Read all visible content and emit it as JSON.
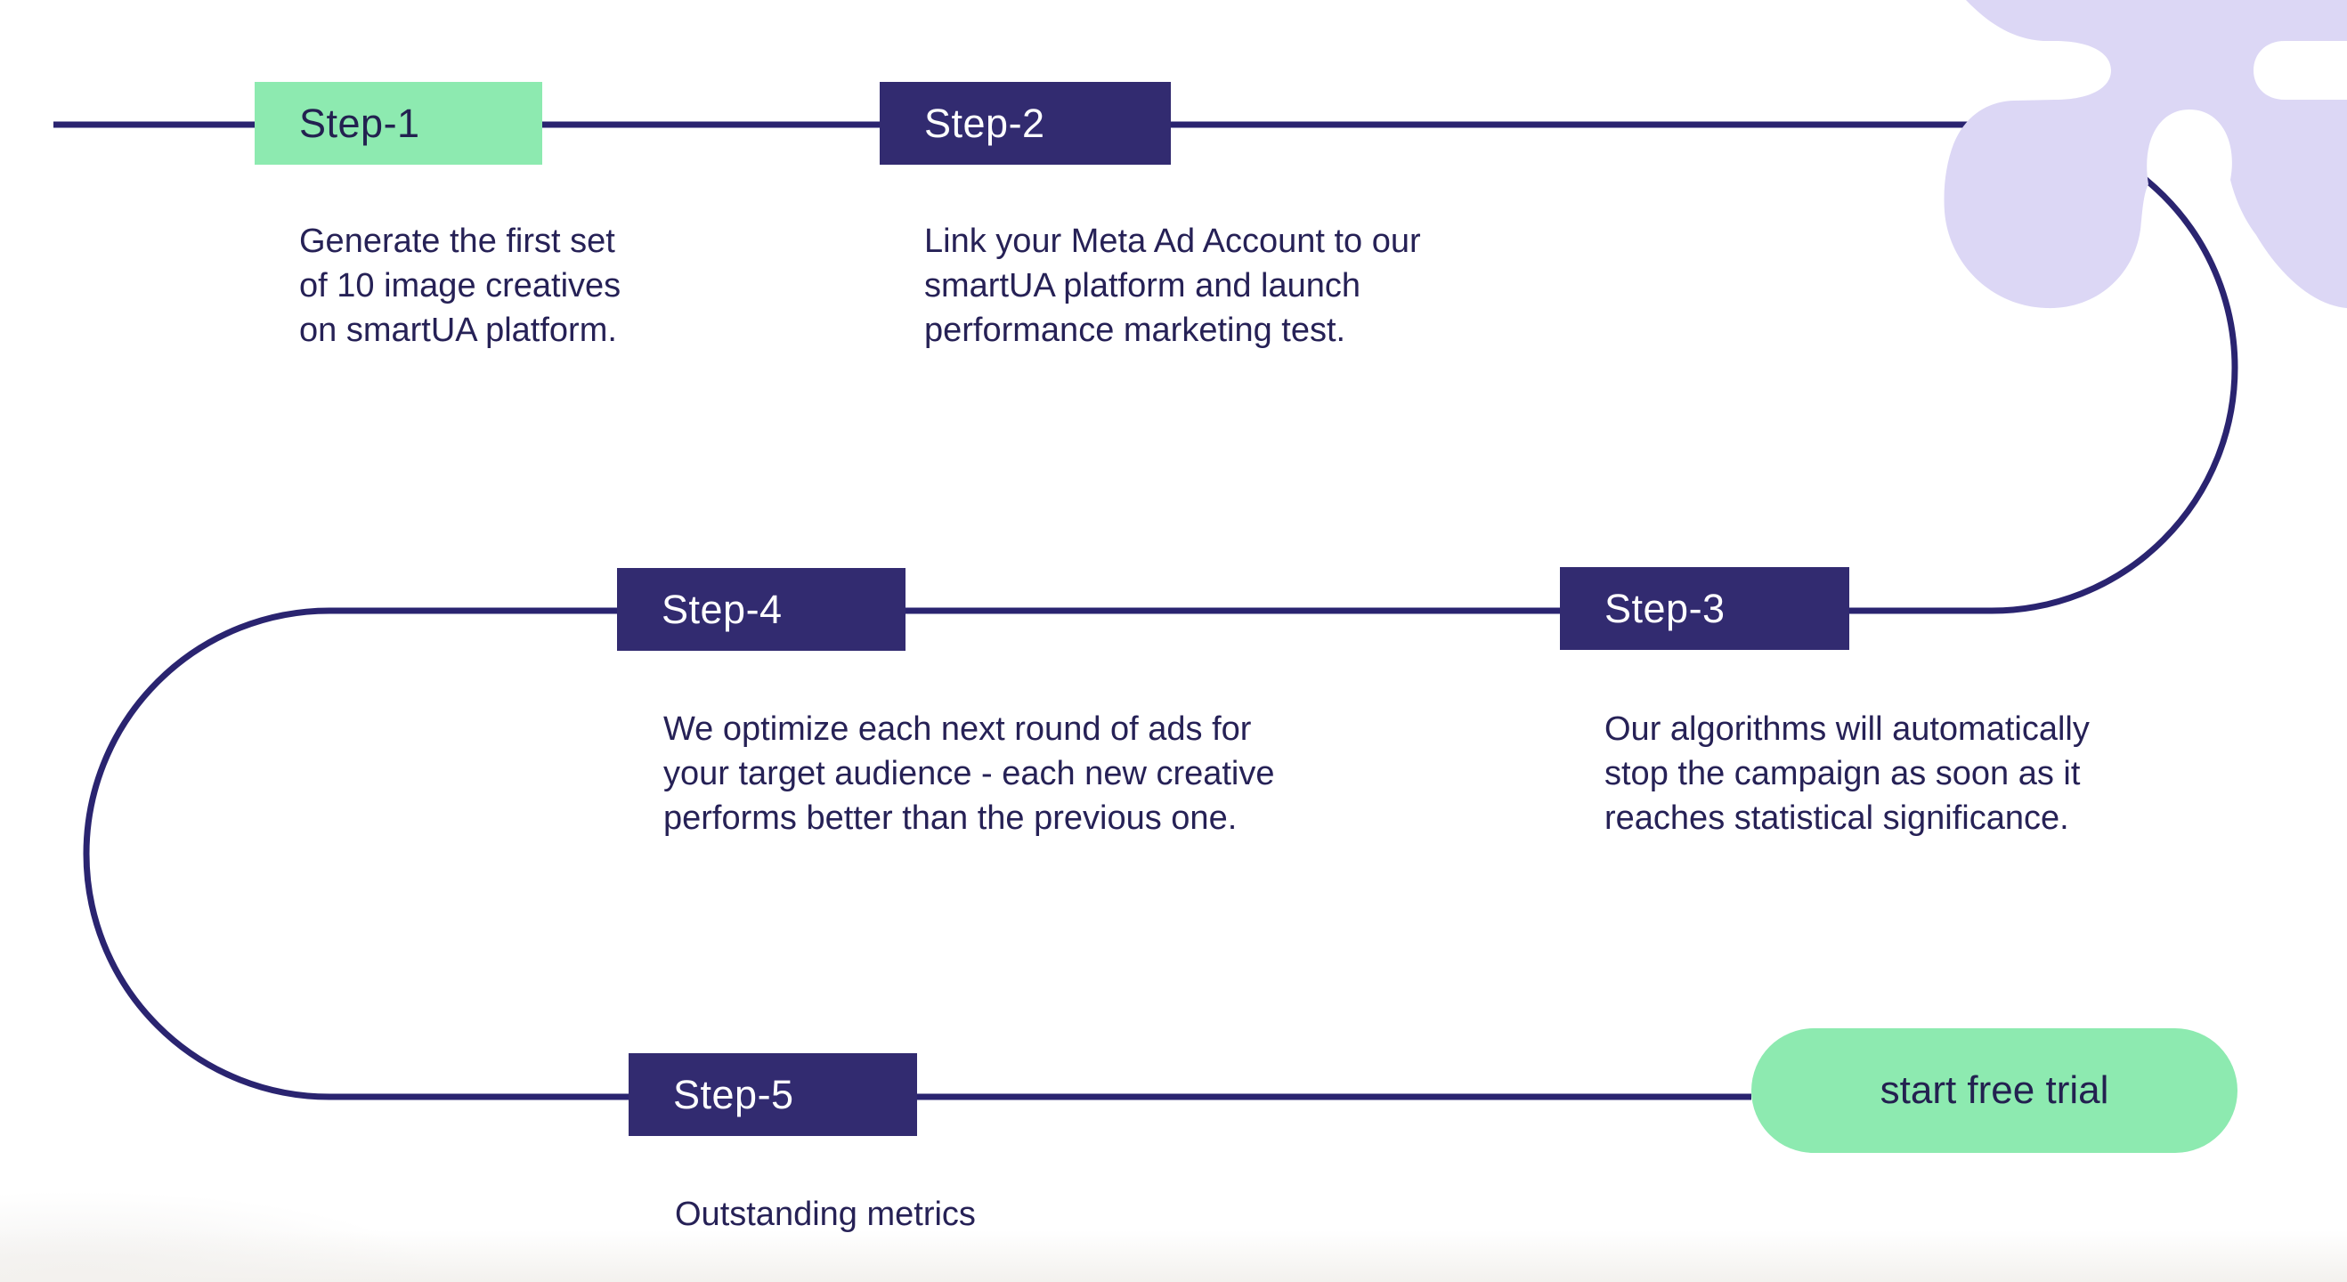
{
  "diagram": {
    "steps": [
      {
        "label": "Step-1",
        "variant": "green",
        "description": "Generate the first set\nof 10 image creatives\non smartUA platform."
      },
      {
        "label": "Step-2",
        "variant": "navy",
        "description": "Link your Meta Ad Account to our\nsmartUA platform and launch\nperformance marketing test."
      },
      {
        "label": "Step-3",
        "variant": "navy",
        "description": "Our algorithms will automatically\nstop the campaign as soon as it\nreaches statistical significance."
      },
      {
        "label": "Step-4",
        "variant": "navy",
        "description": "We optimize each next round of ads for\nyour target audience - each new creative\nperforms better than the previous one."
      },
      {
        "label": "Step-5",
        "variant": "navy",
        "description": "Outstanding metrics"
      }
    ],
    "cta": {
      "label": "start free trial"
    }
  },
  "colors": {
    "background": "#ffffff",
    "mint_green": "#8deab0",
    "navy_box": "#322b70",
    "flow_line": "#2a2470",
    "body_text": "#262156",
    "heading_on_green": "#232150",
    "heading_on_navy": "#ffffff",
    "lavender_blob": "#dcd7f5"
  }
}
